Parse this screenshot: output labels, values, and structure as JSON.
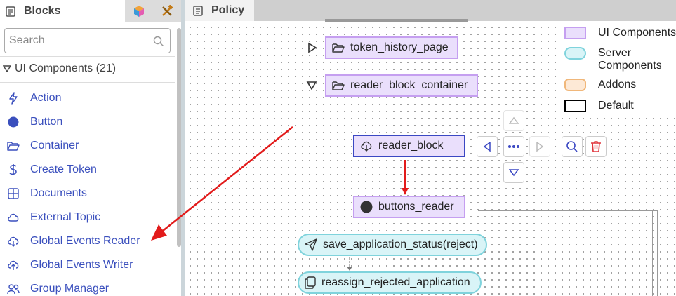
{
  "sidebar": {
    "title": "Blocks",
    "search": {
      "placeholder": "Search",
      "value": ""
    },
    "group": {
      "label": "UI Components (21)"
    },
    "items": [
      {
        "label": "Action",
        "icon": "lightning-icon"
      },
      {
        "label": "Button",
        "icon": "circle-icon"
      },
      {
        "label": "Container",
        "icon": "folder-open-icon"
      },
      {
        "label": "Create Token",
        "icon": "dollar-icon"
      },
      {
        "label": "Documents",
        "icon": "grid-icon"
      },
      {
        "label": "External Topic",
        "icon": "cloud-icon"
      },
      {
        "label": "Global Events Reader",
        "icon": "cloud-download-icon"
      },
      {
        "label": "Global Events Writer",
        "icon": "cloud-upload-icon"
      },
      {
        "label": "Group Manager",
        "icon": "users-icon"
      }
    ]
  },
  "tab": {
    "title": "Policy"
  },
  "nodes": {
    "token_history_page": "token_history_page",
    "reader_block_container": "reader_block_container",
    "reader_block": "reader_block",
    "buttons_reader": "buttons_reader",
    "save_application_status": "save_application_status(reject)",
    "reassign_rejected_application": "reassign_rejected_application"
  },
  "legend": [
    {
      "label": "UI Components",
      "fill": "#eadffc",
      "border": "#c59ff0"
    },
    {
      "label": "Server Components",
      "fill": "#d9f4f7",
      "border": "#7fd3dc"
    },
    {
      "label": "Addons",
      "fill": "#fde9d6",
      "border": "#f0b77a"
    },
    {
      "label": "Default",
      "fill": "#ffffff",
      "border": "#000000"
    }
  ],
  "colors": {
    "accent": "#3a4fbd",
    "delete": "#e0343b",
    "arrow": "#e21b1b"
  }
}
